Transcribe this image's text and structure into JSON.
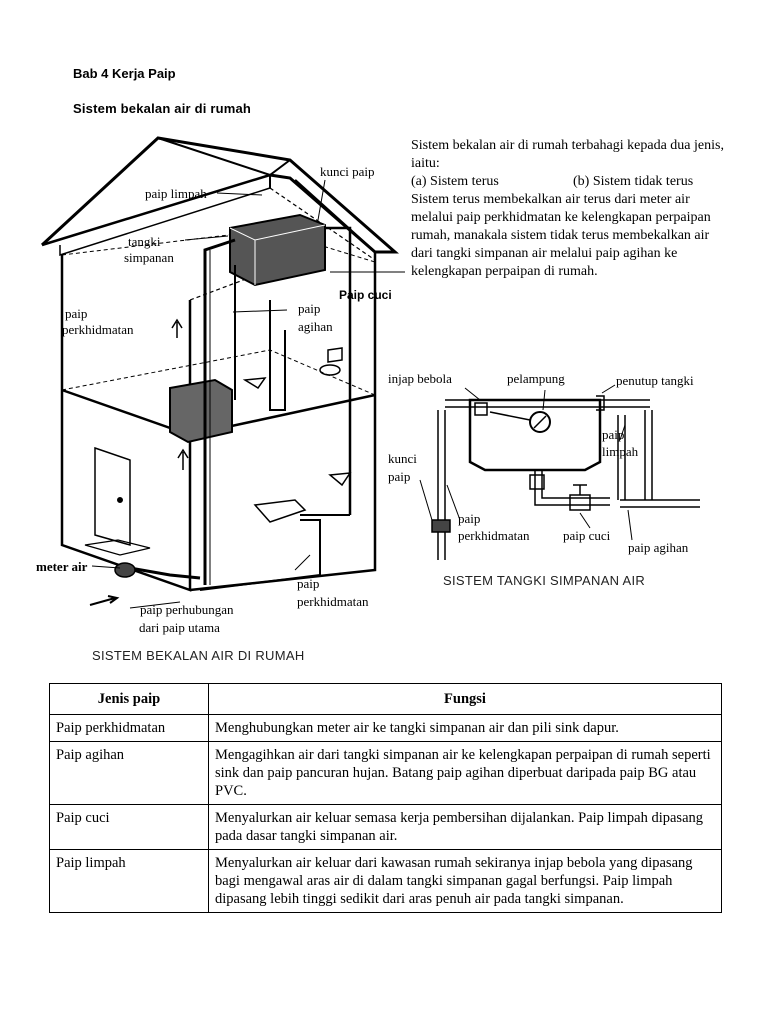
{
  "header": {
    "chapter": "Bab 4 Kerja Paip",
    "section": "Sistem bekalan air di rumah"
  },
  "intro": {
    "line1": "Sistem bekalan air di rumah terbahagi kepada dua jenis, iaitu:",
    "option_a": "(a)  Sistem terus",
    "option_b": "(b)  Sistem tidak terus",
    "body": "Sistem terus membekalkan air terus dari meter air melalui paip perkhidmatan ke kelengkapan perpaipan rumah, manakala sistem tidak terus membekalkan air dari tangki simpanan air melalui paip agihan ke kelengkapan perpaipan di rumah."
  },
  "house_diagram": {
    "caption": "SISTEM BEKALAN AIR DI RUMAH",
    "labels": {
      "kunci_paip": "kunci paip",
      "paip_limpah": "paip limpah",
      "tangki_simpanan_1": "tangki",
      "tangki_simpanan_2": "simpanan",
      "paip_cuci": "Paip cuci",
      "paip_agihan_1": "paip",
      "paip_agihan_2": "agihan",
      "paip_perkhidmatan_1": "paip",
      "paip_perkhidmatan_2": "perkhidmatan",
      "meter_air": "meter air",
      "paip_perkhidmatan_b1": "paip",
      "paip_perkhidmatan_b2": "perkhidmatan",
      "paip_perhubungan_1": "paip perhubungan",
      "paip_perhubungan_2": "dari paip utama"
    }
  },
  "tank_diagram": {
    "caption": "SISTEM TANGKI SIMPANAN AIR",
    "labels": {
      "injap_bebola": "injap bebola",
      "pelampung": "pelampung",
      "penutup_tangki": "penutup tangki",
      "paip_limpah_1": "paip",
      "paip_limpah_2": "limpah",
      "kunci_paip_1": "kunci",
      "kunci_paip_2": "paip",
      "paip_perkhidmatan_1": "paip",
      "paip_perkhidmatan_2": "perkhidmatan",
      "paip_cuci": "paip cuci",
      "paip_agihan": "paip agihan"
    }
  },
  "table": {
    "headers": [
      "Jenis paip",
      "Fungsi"
    ],
    "rows": [
      {
        "type": "Paip perkhidmatan",
        "function": "Menghubungkan meter air ke tangki simpanan air dan pili sink dapur."
      },
      {
        "type": "Paip agihan",
        "function": "Mengagihkan air dari tangki simpanan air ke kelengkapan perpaipan di rumah seperti sink dan paip pancuran hujan. Batang paip agihan diperbuat daripada paip BG atau PVC."
      },
      {
        "type": "Paip cuci",
        "function": "Menyalurkan air keluar semasa kerja pembersihan dijalankan. Paip limpah dipasang pada dasar tangki simpanan air."
      },
      {
        "type": "Paip limpah",
        "function": "Menyalurkan air keluar dari kawasan rumah sekiranya injap bebola yang dipasang bagi mengawal aras air di dalam tangki simpanan gagal berfungsi. Paip limpah dipasang lebih tinggi sedikit dari aras penuh air pada tangki simpanan."
      }
    ]
  }
}
